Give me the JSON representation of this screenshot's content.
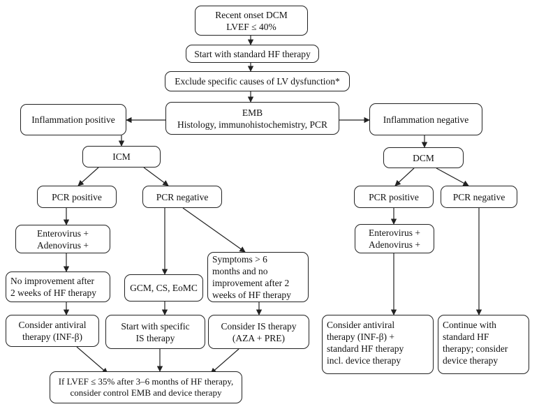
{
  "nodes": {
    "recent_onset": "Recent onset DCM\nLVEF ≤ 40%",
    "standard_hf": "Start with standard HF therapy",
    "exclude_causes": "Exclude specific causes of LV dysfunction*",
    "emb": "EMB\nHistology, immunohistochemistry, PCR",
    "inflammation_positive": "Inflammation positive",
    "inflammation_negative": "Inflammation negative",
    "icm": "ICM",
    "dcm": "DCM",
    "pcr_positive_left": "PCR positive",
    "pcr_negative_left": "PCR negative",
    "pcr_positive_right": "PCR positive",
    "pcr_negative_right": "PCR negative",
    "entero_adeno_left": "Enterovirus +\nAdenovirus +",
    "entero_adeno_right": "Enterovirus +\nAdenovirus +",
    "no_improvement": "No improvement after\n2 weeks of HF therapy",
    "gcm_cs_eomc": "GCM, CS, EoMC",
    "symptoms": "Symptoms > 6\nmonths and no\nimprovement after 2\nweeks of HF therapy",
    "consider_antiviral_left": "Consider antiviral\ntherapy (INF-β)",
    "start_specific_is": "Start with specific\nIS therapy",
    "consider_is": "Consider IS therapy\n(AZA + PRE)",
    "consider_antiviral_right": "Consider antiviral\ntherapy (INF-β) +\nstandard HF therapy\nincl. device therapy",
    "continue_standard": "Continue with\nstandard HF\ntherapy; consider\ndevice therapy",
    "final": "If LVEF ≤ 35% after 3–6 months of HF therapy,\nconsider control EMB and device therapy"
  },
  "colors": {
    "stroke": "#222222",
    "fill": "#ffffff",
    "text": "#111111"
  }
}
